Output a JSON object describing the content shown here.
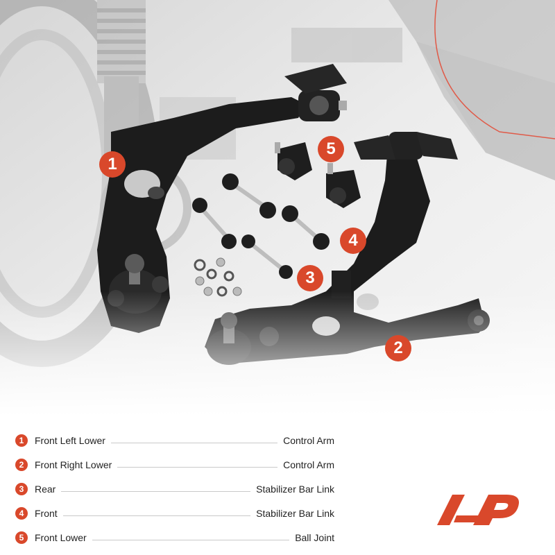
{
  "markers": [
    {
      "num": "1"
    },
    {
      "num": "2"
    },
    {
      "num": "3"
    },
    {
      "num": "4"
    },
    {
      "num": "5"
    }
  ],
  "legend": [
    {
      "num": "1",
      "position": "Front Left Lower",
      "part": "Control Arm"
    },
    {
      "num": "2",
      "position": "Front Right Lower",
      "part": "Control Arm"
    },
    {
      "num": "3",
      "position": "Rear",
      "part": "Stabilizer Bar Link"
    },
    {
      "num": "4",
      "position": "Front",
      "part": "Stabilizer Bar Link"
    },
    {
      "num": "5",
      "position": "Front Lower",
      "part": "Ball Joint"
    }
  ],
  "colors": {
    "accent": "#d9482b",
    "part_black": "#1a1a1a",
    "background_gray": "#e6e6e6"
  },
  "icons": {
    "logo": "a-premium-logo-icon"
  }
}
